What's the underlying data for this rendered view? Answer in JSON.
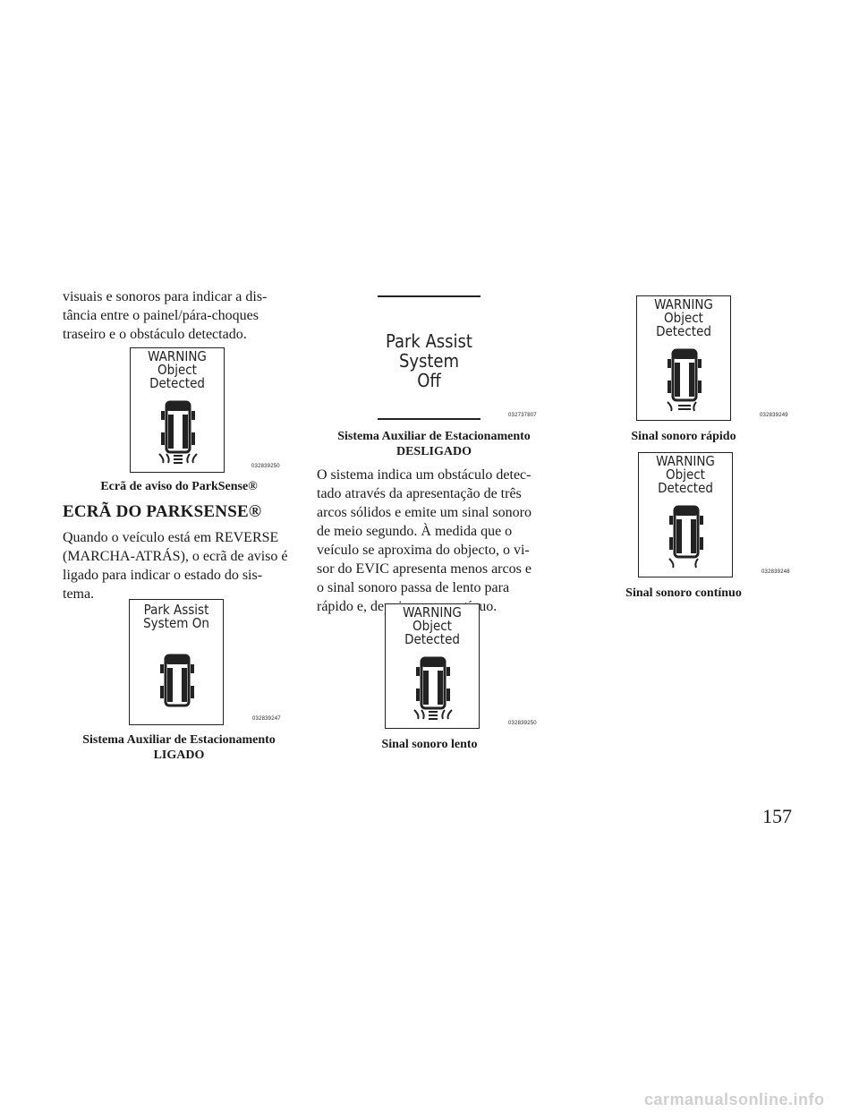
{
  "page": {
    "number": "157",
    "watermark": "carmanualsonline.info"
  },
  "col1": {
    "intro": "visuais e sonoros para indicar a dis-\ntância entre o painel/pára-choques\ntraseiro e o obstáculo detectado.",
    "heading": "ECRÃ DO PARKSENSE®",
    "para": "Quando o veículo está em REVERSE\n(MARCHA-ATRÁS), o ecrã de aviso é\nligado para indicar o estado do sis-\ntema."
  },
  "col2": {
    "para": "O sistema indica um obstáculo detec-\ntado através da apresentação de três\narcos sólidos e emite um sinal sonoro\nde meio segundo. À medida que o\nveículo se aproxima do objecto, o vi-\nsor do EVIC apresenta menos arcos e\no sinal sonoro passa de lento para\nrápido e, depois, para contínuo."
  },
  "figures": {
    "warning_screen": {
      "lines": [
        "WARNING",
        "Object",
        "Detected"
      ],
      "code": "032839250",
      "caption": "Ecrã de aviso do ParkSense®"
    },
    "system_on": {
      "lines": [
        "Park Assist",
        "System On"
      ],
      "code": "032839247",
      "caption_line1": "Sistema Auxiliar de Estacionamento",
      "caption_line2": "LIGADO"
    },
    "system_off": {
      "lines": [
        "Park Assist",
        "System",
        "Off"
      ],
      "code": "032737807",
      "caption_line1": "Sistema Auxiliar de Estacionamento",
      "caption_line2": "DESLIGADO"
    },
    "slow": {
      "lines": [
        "WARNING",
        "Object",
        "Detected"
      ],
      "code": "032839250",
      "caption": "Sinal sonoro lento"
    },
    "fast": {
      "lines": [
        "WARNING",
        "Object",
        "Detected"
      ],
      "code": "032839249",
      "caption": "Sinal sonoro rápido"
    },
    "continuous": {
      "lines": [
        "WARNING",
        "Object",
        "Detected"
      ],
      "code": "032839248",
      "caption": "Sinal sonoro contínuo"
    }
  }
}
